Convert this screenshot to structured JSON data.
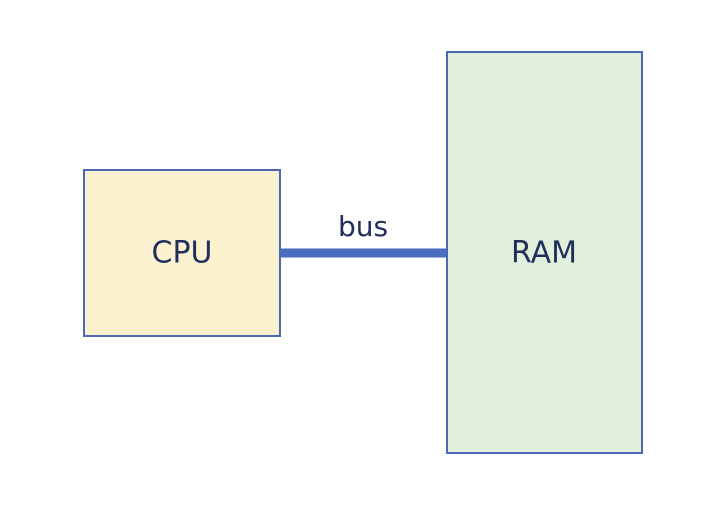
{
  "diagram": {
    "nodes": {
      "cpu": {
        "label": "CPU",
        "fill": "#fcf1cf",
        "stroke": "#4a68b3"
      },
      "ram": {
        "label": "RAM",
        "fill": "#e2efda",
        "stroke": "#4a68b3"
      }
    },
    "edges": {
      "bus": {
        "label": "bus",
        "color": "#4a6dbf"
      }
    }
  }
}
